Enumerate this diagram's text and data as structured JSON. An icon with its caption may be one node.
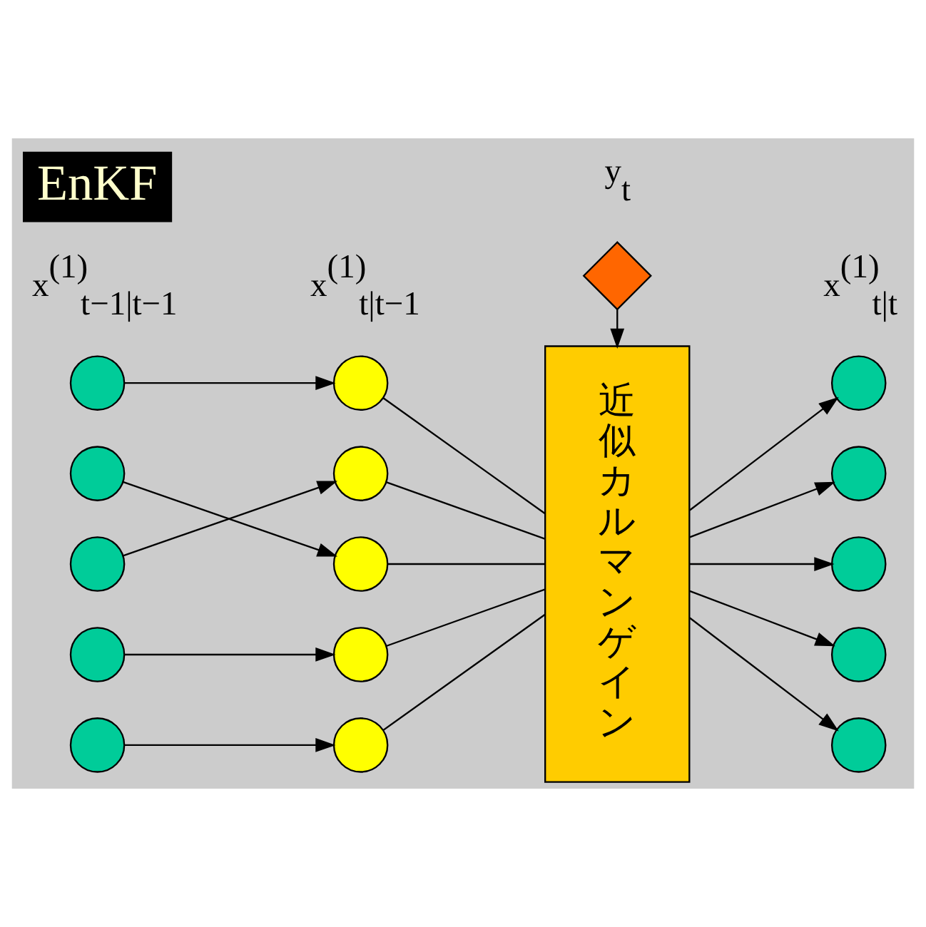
{
  "diagram": {
    "nodes": [
      {
        "text": [
          "EnKF"
        ]
      },
      {
        "text": [],
        "shape": "diamond",
        "beside": [
          "y$_{t}$"
        ]
      },
      {
        "text": [],
        "shape": "circle",
        "beside": [
          "x$^{(1)}$$_{t−1|t−1}$"
        ]
      },
      {
        "text": [],
        "shape": "circle"
      },
      {
        "text": [],
        "shape": "circle"
      },
      {
        "text": [],
        "shape": "circle"
      },
      {
        "text": [],
        "shape": "circle"
      },
      {
        "text": [],
        "shape": "circle",
        "beside": [
          "x$^{(1)}$$_{t|t−1}$"
        ]
      },
      {
        "text": [],
        "shape": "circle"
      },
      {
        "text": [],
        "shape": "circle"
      },
      {
        "text": [],
        "shape": "circle"
      },
      {
        "text": [],
        "shape": "circle"
      },
      {
        "text": [
          "近似カルマンゲイン"
        ]
      },
      {
        "text": [],
        "shape": "circle",
        "beside": [
          "x$^{(1)}$$_{t|t}$"
        ]
      },
      {
        "text": [],
        "shape": "circle"
      },
      {
        "text": [],
        "shape": "circle"
      },
      {
        "text": [],
        "shape": "circle"
      },
      {
        "text": [],
        "shape": "circle"
      }
    ],
    "edges": [
      {
        "from": 2,
        "to": 7,
        "arrow": "to"
      },
      {
        "from": 3,
        "to": 9,
        "arrow": "to"
      },
      {
        "from": 4,
        "to": 8,
        "arrow": "to"
      },
      {
        "from": 5,
        "to": 10,
        "arrow": "to"
      },
      {
        "from": 6,
        "to": 11,
        "arrow": "to"
      },
      {
        "from": 1,
        "to": 12,
        "arrow": "to"
      },
      {
        "from": 7,
        "to": 12,
        "arrow": "none"
      },
      {
        "from": 8,
        "to": 12,
        "arrow": "none"
      },
      {
        "from": 9,
        "to": 12,
        "arrow": "none"
      },
      {
        "from": 10,
        "to": 12,
        "arrow": "none"
      },
      {
        "from": 11,
        "to": 12,
        "arrow": "none"
      },
      {
        "from": 12,
        "to": 13,
        "arrow": "to"
      },
      {
        "from": 12,
        "to": 14,
        "arrow": "to"
      },
      {
        "from": 12,
        "to": 15,
        "arrow": "to"
      },
      {
        "from": 12,
        "to": 16,
        "arrow": "to"
      },
      {
        "from": 12,
        "to": 17,
        "arrow": "to"
      }
    ]
  }
}
